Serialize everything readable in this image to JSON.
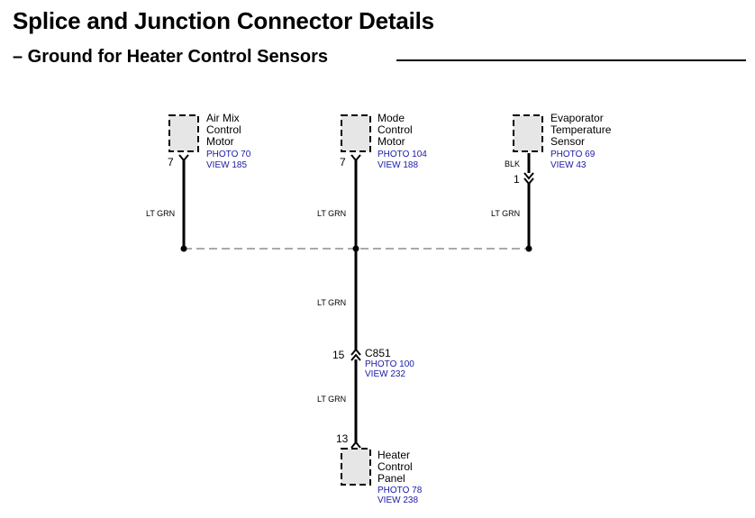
{
  "header": {
    "title": "Splice and Junction Connector Details",
    "subtitle": "– Ground for Heater Control Sensors"
  },
  "components": {
    "air_mix": {
      "name_lines": [
        "Air Mix",
        "Control",
        "Motor"
      ],
      "photo": "PHOTO 70",
      "view": "VIEW 185",
      "pin": "7"
    },
    "mode": {
      "name_lines": [
        "Mode",
        "Control",
        "Motor"
      ],
      "photo": "PHOTO 104",
      "view": "VIEW 188",
      "pin": "7"
    },
    "evaporator": {
      "name_lines": [
        "Evaporator",
        "Temperature",
        "Sensor"
      ],
      "photo": "PHOTO 69",
      "view": "VIEW 43",
      "pin": "1",
      "wire_color": "BLK"
    },
    "c851": {
      "name": "C851",
      "photo": "PHOTO 100",
      "view": "VIEW 232",
      "pin": "15"
    },
    "heater_panel": {
      "name_lines": [
        "Heater",
        "Control",
        "Panel"
      ],
      "photo": "PHOTO 78",
      "view": "VIEW 238",
      "pin": "13"
    }
  },
  "wires": {
    "air_mix_color": "LT GRN",
    "mode_color": "LT GRN",
    "evaporator_color": "LT GRN",
    "trunk_upper_color": "LT GRN",
    "trunk_lower_color": "LT GRN"
  },
  "colors": {
    "reference_text": "#1a1aa8",
    "connector_fill": "#e6e6e6"
  }
}
